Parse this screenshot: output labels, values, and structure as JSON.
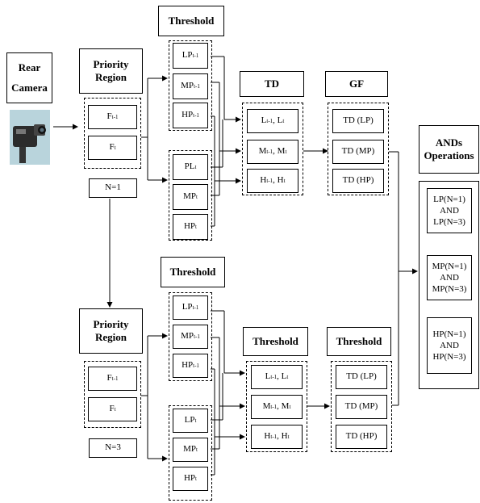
{
  "input": {
    "title_line1": "Rear",
    "title_line2": "Camera",
    "camera_icon": "video-camera-icon"
  },
  "top": {
    "priority_line1": "Priority",
    "priority_line2": "Region",
    "frame_prev": {
      "base": "F",
      "sub": "t-1"
    },
    "frame_cur": {
      "base": "F",
      "sub": "t"
    },
    "n_label": "N=1",
    "threshold_title": "Threshold",
    "prev_levels": [
      {
        "base": "LP",
        "sub": "t-1"
      },
      {
        "base": "MP",
        "sub": "t-1"
      },
      {
        "base": "HP",
        "sub": "t-1"
      }
    ],
    "cur_levels": [
      {
        "base": "PL",
        "sub": "t"
      },
      {
        "base": "MP",
        "sub": "t"
      },
      {
        "base": "HP",
        "sub": "t"
      }
    ],
    "td_title": "TD",
    "pairs": [
      {
        "a": "L",
        "as": "t-1",
        "sep": ", ",
        "b": "L",
        "bs": "t"
      },
      {
        "a": "M",
        "as": "t-1",
        "sep": ", ",
        "b": "M",
        "bs": "t"
      },
      {
        "a": "H",
        "as": "t-1",
        "sep": ", ",
        "b": "H",
        "bs": "t"
      }
    ],
    "gf_title": "GF",
    "outputs": [
      "TD (LP)",
      "TD (MP)",
      "TD (HP)"
    ]
  },
  "bottom": {
    "priority_line1": "Priority",
    "priority_line2": "Region",
    "frame_prev": {
      "base": "F",
      "sub": "t-1"
    },
    "frame_cur": {
      "base": "F",
      "sub": "t"
    },
    "n_label": "N=3",
    "threshold_title": "Threshold",
    "prev_levels": [
      {
        "base": "LP",
        "sub": "t-1"
      },
      {
        "base": "MP",
        "sub": "t-1"
      },
      {
        "base": "HP",
        "sub": "t-1"
      }
    ],
    "cur_levels": [
      {
        "base": "LP",
        "sub": "t"
      },
      {
        "base": "MP",
        "sub": "t"
      },
      {
        "base": "HP",
        "sub": "t"
      }
    ],
    "td_title": "Threshold",
    "pairs": [
      {
        "a": "L",
        "as": "t-1",
        "sep": ", ",
        "b": "L",
        "bs": "t"
      },
      {
        "a": "M",
        "as": "t-1",
        "sep": ", ",
        "b": "M",
        "bs": "t"
      },
      {
        "a": "H",
        "as": "t-1",
        "sep": ", ",
        "b": "H",
        "bs": "t"
      }
    ],
    "gf_title": "Threshold",
    "outputs": [
      "TD (LP)",
      "TD (MP)",
      "TD (HP)"
    ]
  },
  "ands": {
    "title_line1": "ANDs",
    "title_line2": "Operations",
    "ops": [
      {
        "l1": "LP(N=1)",
        "l2": "AND",
        "l3": "LP(N=3)"
      },
      {
        "l1": "MP(N=1)",
        "l2": "AND",
        "l3": "MP(N=3)"
      },
      {
        "l1": "HP(N=1)",
        "l2": "AND",
        "l3": "HP(N=3)"
      }
    ]
  }
}
